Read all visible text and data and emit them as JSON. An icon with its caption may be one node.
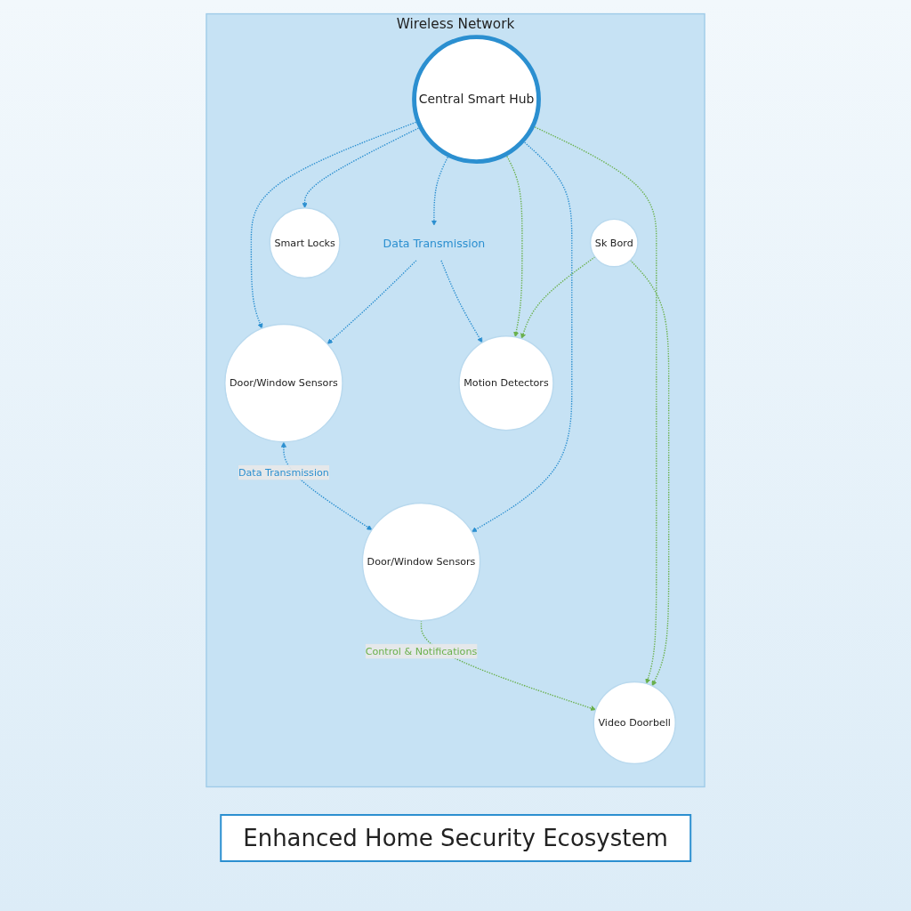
{
  "diagram": {
    "caption": "Enhanced Home Security Ecosystem",
    "nodes": [
      {
        "text": [
          "Wireless Network"
        ]
      },
      {
        "text": [
          "Door/Window Sensors"
        ],
        "in": 0
      },
      {
        "text": [
          "Door/Window Sensors"
        ],
        "in": 0
      },
      {
        "text": [
          "Central Smart Hub"
        ],
        "in": 0
      },
      {
        "text": [
          "Smart Locks"
        ],
        "in": 0
      },
      {
        "text": [
          "Motion Detectors"
        ],
        "in": 0
      },
      {
        "text": [
          "Sk Bord"
        ],
        "in": 0
      },
      {
        "text": [
          "Video Doorbell"
        ],
        "in": 0
      },
      {
        "text": [
          "Data Transmission"
        ],
        "in": 0
      }
    ],
    "edges": [
      {
        "from": 1,
        "to": 2,
        "arrow": "both",
        "label": "Data Transmission",
        "style": "dashed"
      },
      {
        "from": 3,
        "to": 1,
        "arrow": "to",
        "style": "dashed"
      },
      {
        "from": 3,
        "to": 2,
        "arrow": "to",
        "style": "dashed"
      },
      {
        "from": 3,
        "to": 8,
        "arrow": "to",
        "style": "dashed"
      },
      {
        "from": 8,
        "to": 1,
        "arrow": "to",
        "style": "dashed"
      },
      {
        "from": 8,
        "to": 5,
        "arrow": "to",
        "style": "dashed"
      },
      {
        "from": 3,
        "to": 4,
        "arrow": "to",
        "style": "dashed"
      },
      {
        "from": 2,
        "to": 7,
        "arrow": "to",
        "label": "Control & Notifications",
        "style": "dashed",
        "color": "#6ab04c"
      },
      {
        "from": 3,
        "to": 5,
        "arrow": "to",
        "style": "dashed",
        "color": "#6ab04c"
      },
      {
        "from": 3,
        "to": 7,
        "arrow": "to",
        "style": "dashed",
        "color": "#6ab04c"
      },
      {
        "from": 6,
        "to": 5,
        "arrow": "to",
        "style": "dashed",
        "color": "#6ab04c"
      },
      {
        "from": 6,
        "to": 7,
        "arrow": "to",
        "style": "dashed",
        "color": "#6ab04c"
      }
    ]
  }
}
